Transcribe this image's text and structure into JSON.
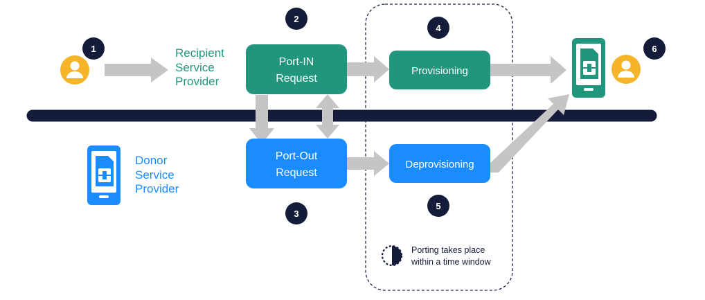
{
  "steps": [
    "1",
    "2",
    "3",
    "4",
    "5",
    "6"
  ],
  "recipient": {
    "lines": [
      "Recipient",
      "Service",
      "Provider"
    ]
  },
  "donor": {
    "lines": [
      "Donor",
      "Service",
      "Provider"
    ]
  },
  "boxes": {
    "port_in": [
      "Port-IN",
      "Request"
    ],
    "port_out": [
      "Port-Out",
      "Request"
    ],
    "provisioning": "Provisioning",
    "deprovisioning": "Deprovisioning"
  },
  "note": [
    "Porting takes place",
    "within a time window"
  ],
  "colors": {
    "green": "#21967c",
    "blue": "#1a8cff",
    "navy": "#141c3a",
    "arrow": "#c5c5c5",
    "user": "#f6b42a"
  },
  "icons": [
    "user-icon",
    "phone-sim-icon",
    "clock-icon"
  ]
}
